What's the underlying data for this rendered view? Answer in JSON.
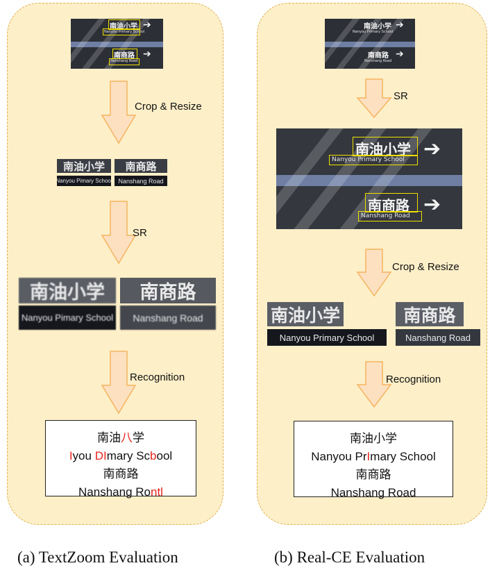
{
  "left": {
    "sign_text": {
      "zh1": "南油小学",
      "en1": "Nanyou Primary School",
      "zh2": "南商路",
      "en2": "Nanshang Road"
    },
    "step1": "Crop & Resize",
    "step2": "SR",
    "step3": "Recognition",
    "crops": {
      "zh1": "南油小学",
      "zh2": "南商路",
      "en1": "Nanyou Pimary School",
      "en2": "Nanshang Road"
    },
    "sr_crops": {
      "zh1": "南油小学",
      "zh2": "南商路",
      "en1": "Nanyou Pimary School",
      "en2": "Nanshang Road"
    },
    "result": {
      "line1": {
        "a": "南油",
        "b": "八",
        "c": "学"
      },
      "line2": {
        "a": "I",
        "b": "you ",
        "c": "DI",
        "d": "mary Sc",
        "e": "b",
        "f": "ool"
      },
      "line3": "南商路",
      "line4": {
        "a": "Nanshang Ro",
        "b": "ntl"
      }
    },
    "caption": "(a) TextZoom Evaluation"
  },
  "right": {
    "sign_text": {
      "zh1": "南油小学",
      "en1": "Nanyou Primary School",
      "zh2": "南商路",
      "en2": "Nanshang Road"
    },
    "step1": "SR",
    "step2": "Crop & Resize",
    "step3": "Recognition",
    "crops": {
      "zh1": "南油小学",
      "zh2": "南商路",
      "en1": "Nanyou Primary School",
      "en2": "Nanshang Road"
    },
    "result": {
      "line1": "南油小学",
      "line2": {
        "a": "Nanyou Pr",
        "b": "I",
        "c": "mary School"
      },
      "line3": "南商路",
      "line4": "Nanshang Road"
    },
    "caption": "(b) Real-CE Evaluation"
  },
  "colors": {
    "arrow_fill": "#fde0c0",
    "arrow_stroke": "#f5b460",
    "panel": "#fdefc8",
    "highlight": "#e8241c"
  }
}
